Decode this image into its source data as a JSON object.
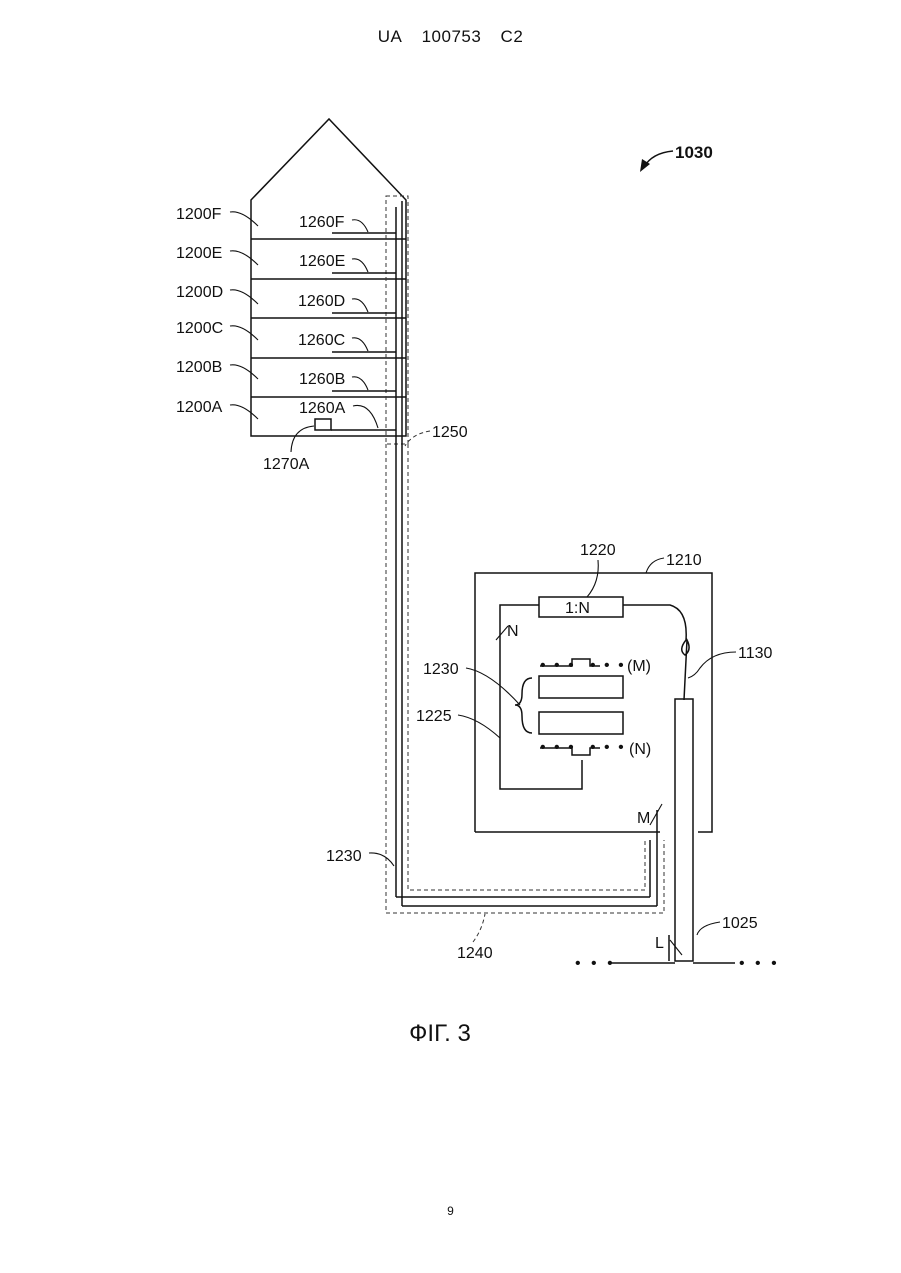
{
  "header": {
    "country": "UA",
    "number": "100753",
    "kind": "C2"
  },
  "figure": {
    "ref": "1030",
    "caption": "ФІГ. 3",
    "labels": {
      "l1200F": "1200F",
      "l1200E": "1200E",
      "l1200D": "1200D",
      "l1200C": "1200C",
      "l1200B": "1200B",
      "l1200A": "1200A",
      "l1260F": "1260F",
      "l1260E": "1260E",
      "l1260D": "1260D",
      "l1260C": "1260C",
      "l1260B": "1260B",
      "l1260A": "1260A",
      "l1270A": "1270A",
      "l1250": "1250",
      "l1220": "1220",
      "l1210": "1210",
      "ratio": "1:N",
      "n_mark": "N",
      "l1230_inner": "1230",
      "l1225": "1225",
      "l1130": "1130",
      "m_paren": "(M)",
      "n_paren": "(N)",
      "m_mark": "M",
      "l1230_outer": "1230",
      "l1240": "1240",
      "l1025": "1025",
      "l_mark": "L"
    }
  },
  "page_number": "9"
}
